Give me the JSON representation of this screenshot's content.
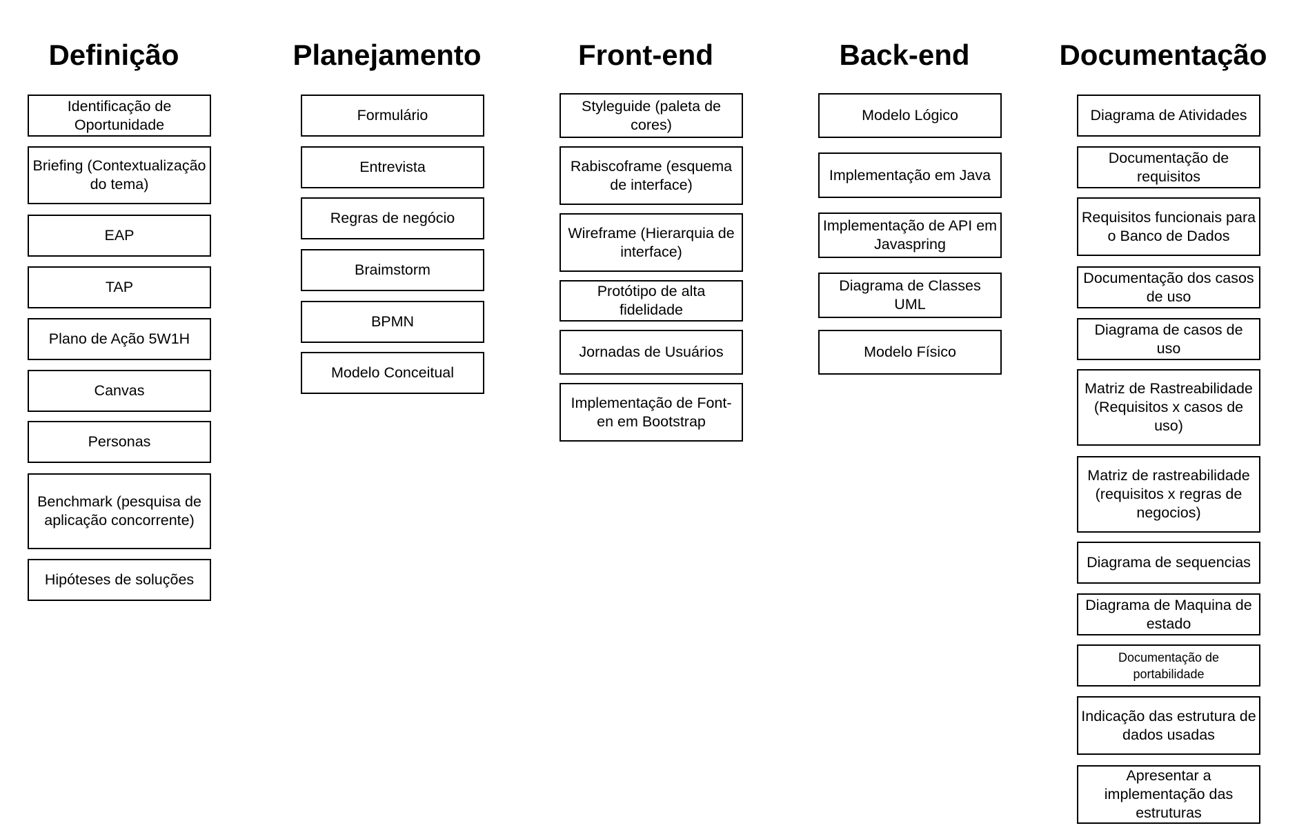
{
  "columns": [
    {
      "title": "Definição",
      "items": [
        "Identificação de Oportunidade",
        "Briefing (Contextualização do tema)",
        "EAP",
        "TAP",
        "Plano de Ação 5W1H",
        "Canvas",
        "Personas",
        "Benchmark (pesquisa de aplicação concorrente)",
        "Hipóteses de soluções"
      ]
    },
    {
      "title": "Planejamento",
      "items": [
        "Formulário",
        "Entrevista",
        "Regras de negócio",
        "Braimstorm",
        "BPMN",
        "Modelo Conceitual"
      ]
    },
    {
      "title": "Front-end",
      "items": [
        "Styleguide (paleta de cores)",
        "Rabiscoframe (esquema de interface)",
        "Wireframe (Hierarquia de interface)",
        "Protótipo de alta fidelidade",
        "Jornadas de Usuários",
        "Implementação de Font-en em Bootstrap"
      ]
    },
    {
      "title": "Back-end",
      "items": [
        "Modelo Lógico",
        "Implementação em Java",
        "Implementação de API em Javaspring",
        "Diagrama de Classes UML",
        "Modelo Físico"
      ]
    },
    {
      "title": "Documentação",
      "items": [
        "Diagrama de Atividades",
        "Documentação de requisitos",
        "Requisitos funcionais para o Banco de Dados",
        "Documentação dos casos de uso",
        "Diagrama de casos de uso",
        "Matriz de Rastreabilidade (Requisitos x casos de uso)",
        "Matriz de rastreabilidade (requisitos x regras de negocios)",
        "Diagrama de sequencias",
        "Diagrama de Maquina de estado",
        "Documentação de portabilidade",
        "Indicação das estrutura de dados usadas",
        "Apresentar a implementação das estruturas"
      ]
    }
  ]
}
